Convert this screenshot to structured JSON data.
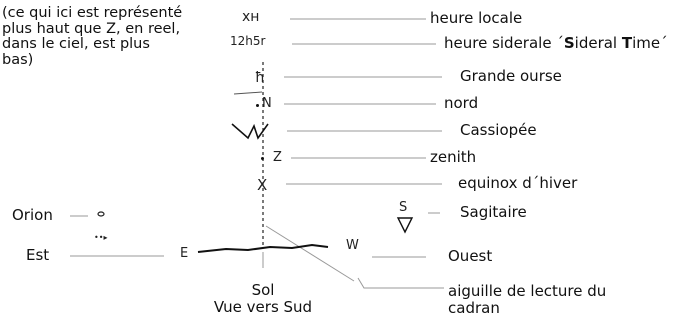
{
  "note": "(ce qui ici est représenté\nplus haut que Z, en reel,\ndans le ciel, est plus\nbas)",
  "right_labels": {
    "heure_locale": "heure locale",
    "heure_siderale_pre": "heure siderale ´",
    "heure_siderale_S": "S",
    "heure_siderale_mid": "ideral ",
    "heure_siderale_T": "T",
    "heure_siderale_post": "ime´",
    "grande_ourse": "Grande ourse",
    "nord": "nord",
    "cassiopee": "Cassiopée",
    "zenith": "zenith",
    "equinox": "equinox d´hiver",
    "sagitaire": "Sagitaire",
    "ouest": "Ouest",
    "aiguille_1": "aiguille de lecture du",
    "aiguille_2": "cadran"
  },
  "left_labels": {
    "orion": "Orion",
    "est": "Est"
  },
  "bottom_labels": {
    "sol": "Sol",
    "vue": "Vue vers Sud"
  },
  "glyphs": {
    "xh": "xн",
    "time": "12h5r",
    "n": "N",
    "z": "Z",
    "x": "X",
    "e": "E",
    "w": "W",
    "orion_mark": "o",
    "est_mark": "••▸",
    "sag_s": "S",
    "sag_mark": "∇",
    "ourse_mark": "ħ"
  }
}
